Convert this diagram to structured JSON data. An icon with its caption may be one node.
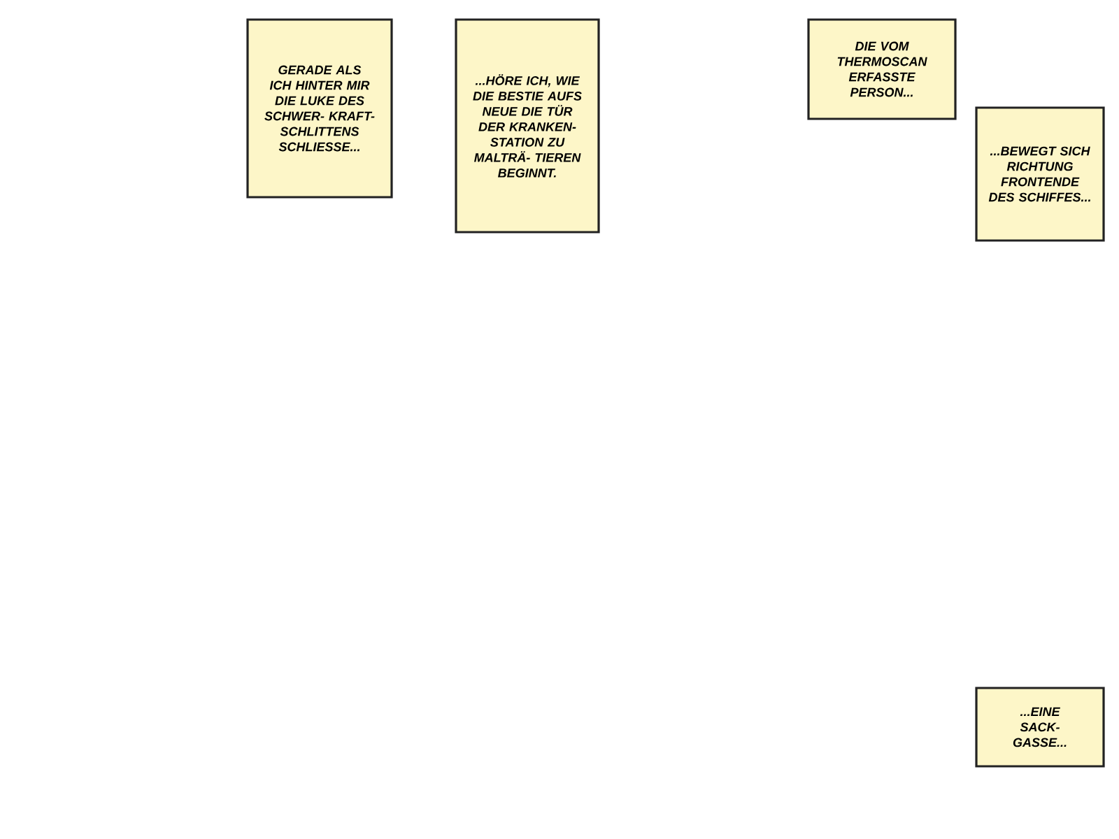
{
  "diagram": {
    "nodes": [
      {
        "text": [
          "GERADE ALS ICH HINTER MIR DIE LUKE DES SCHWER- KRAFT- SCHLITTENS SCHLIESSE..."
        ]
      },
      {
        "text": [
          "...HÖRE ICH, WIE DIE BESTIE AUFS NEUE DIE TÜR DER KRANKEN- STATION ZU MALTRÄ- TIEREN BEGINNT."
        ]
      },
      {
        "text": [
          "DIE VOM THERMOSCAN ERFASSTE PERSON..."
        ]
      },
      {
        "text": [
          "...BEWEGT SICH RICHTUNG FRONTENDE DES SCHIFFES..."
        ]
      },
      {
        "text": [
          "...EINE SACK- GASSE..."
        ]
      }
    ]
  }
}
